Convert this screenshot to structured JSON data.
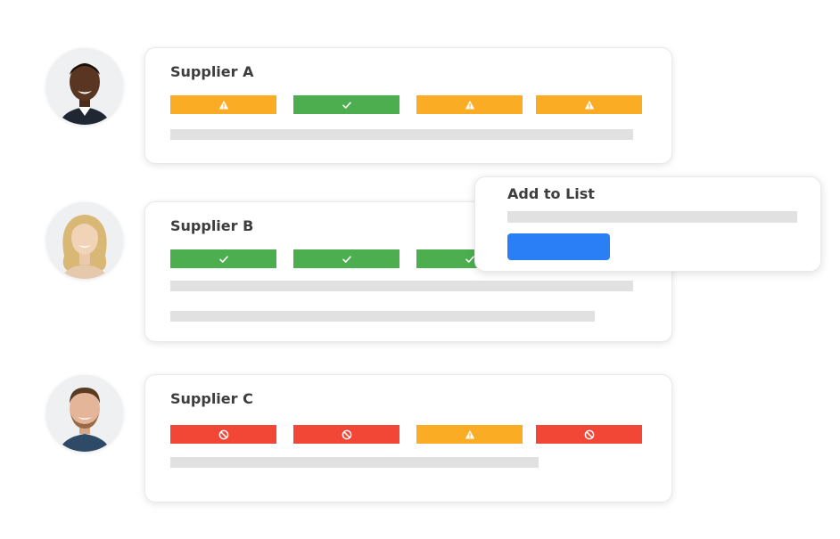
{
  "colors": {
    "warning": "#fbac25",
    "success": "#4cae4f",
    "error": "#f24637",
    "primary": "#2b7ff6",
    "placeholder": "#e1e1e1"
  },
  "suppliers": [
    {
      "name": "Supplier A",
      "statuses": [
        "warning",
        "success",
        "warning",
        "warning"
      ],
      "status_icons": [
        "warning-icon",
        "check-icon",
        "warning-icon",
        "warning-icon"
      ]
    },
    {
      "name": "Supplier B",
      "statuses": [
        "success",
        "success",
        "success"
      ],
      "status_icons": [
        "check-icon",
        "check-icon",
        "check-icon"
      ]
    },
    {
      "name": "Supplier C",
      "statuses": [
        "error",
        "error",
        "warning",
        "error"
      ],
      "status_icons": [
        "blocked-icon",
        "blocked-icon",
        "warning-icon",
        "blocked-icon"
      ]
    }
  ],
  "popup": {
    "title": "Add to List"
  }
}
